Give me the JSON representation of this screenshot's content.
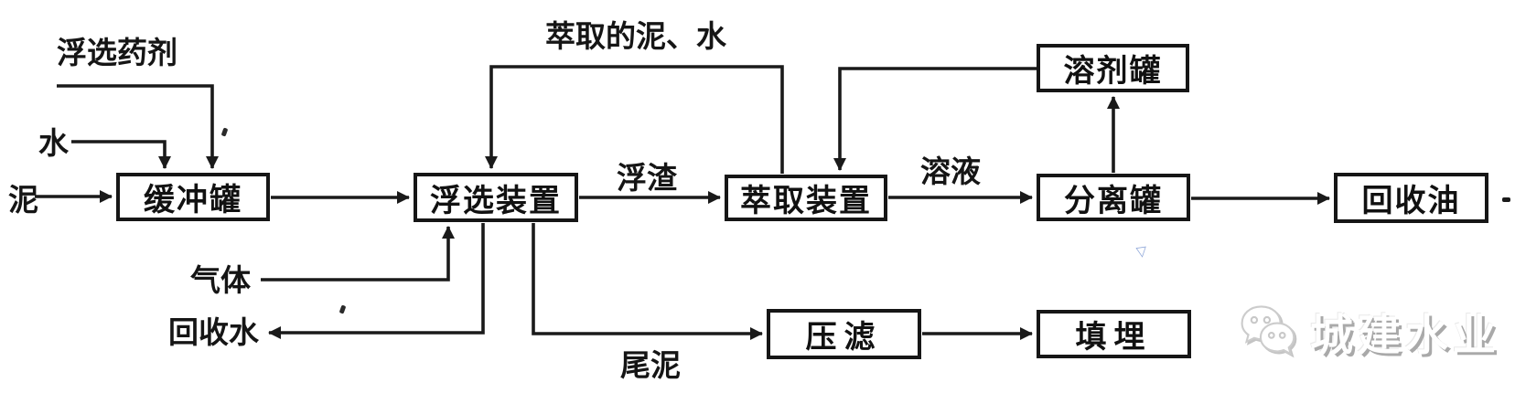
{
  "diagram": {
    "title_hint": "sludge flotation-extraction oil recovery process flow",
    "nodes": {
      "buffer_tank": "缓冲罐",
      "flotation_unit": "浮选装置",
      "extraction_unit": "萃取装置",
      "separation_tank": "分离罐",
      "solvent_tank": "溶剂罐",
      "recovered_oil": "回收油",
      "filter_press": "压滤",
      "landfill": "填埋"
    },
    "streams": {
      "flotation_agent": "浮选药剂",
      "water": "水",
      "mud": "泥",
      "gas": "气体",
      "recovered_water": "回收水",
      "extracted_mud_water": "萃取的泥、水",
      "scum": "浮渣",
      "solution": "溶液",
      "tail_mud": "尾泥"
    },
    "edges": [
      {
        "from": "泥",
        "to": "缓冲罐"
      },
      {
        "from": "水",
        "to": "缓冲罐"
      },
      {
        "from": "浮选药剂",
        "to": "缓冲罐"
      },
      {
        "from": "缓冲罐",
        "to": "浮选装置"
      },
      {
        "from": "气体",
        "to": "浮选装置"
      },
      {
        "from": "浮选装置",
        "to": "回收水"
      },
      {
        "from": "浮选装置",
        "to": "萃取装置",
        "label": "浮渣"
      },
      {
        "from": "萃取装置",
        "to": "浮选装置",
        "label": "萃取的泥、水"
      },
      {
        "from": "萃取装置",
        "to": "分离罐",
        "label": "溶液"
      },
      {
        "from": "分离罐",
        "to": "溶剂罐"
      },
      {
        "from": "溶剂罐",
        "to": "萃取装置"
      },
      {
        "from": "分离罐",
        "to": "回收油"
      },
      {
        "from": "浮选装置",
        "to": "压滤",
        "label": "尾泥"
      },
      {
        "from": "压滤",
        "to": "填埋"
      }
    ],
    "colors": {
      "line": "#1a1a1a",
      "background": "#ffffff",
      "watermark_text": "#ffffff",
      "watermark_shadow": "#a9a9a9",
      "blue_artifact": "#8fa7d9"
    }
  },
  "watermark": {
    "brand": "城建水业",
    "icon": "wechat-icon"
  },
  "artifacts": {
    "blue_mark": "▽"
  }
}
